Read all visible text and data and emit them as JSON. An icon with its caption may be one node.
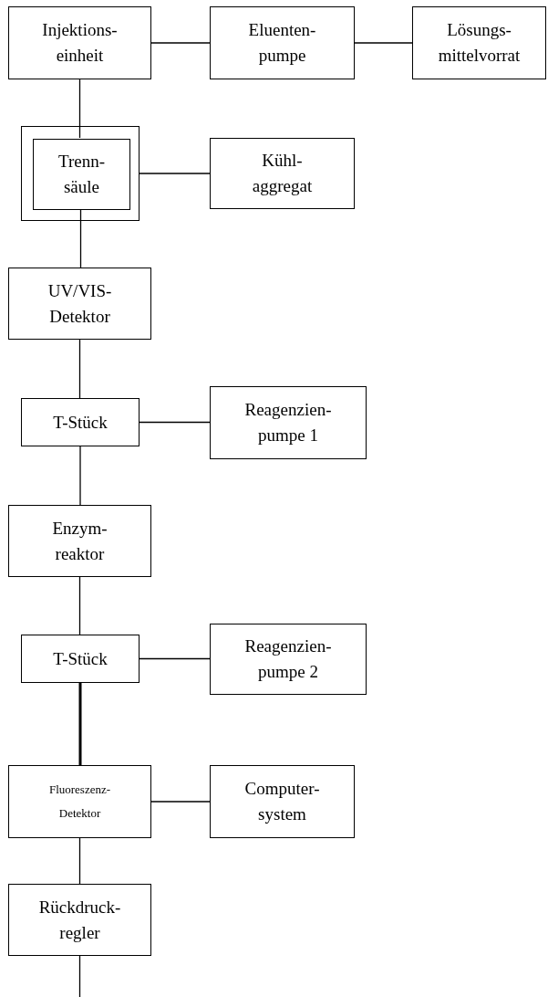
{
  "diagram": {
    "nodes": [
      {
        "text": [
          "Injektions- einheit"
        ]
      },
      {
        "text": [
          "Eluenten- pumpe"
        ]
      },
      {
        "text": [
          "Lösungs- mittelvorrat"
        ]
      },
      {
        "text": [],
        "shape": "box"
      },
      {
        "text": [
          "Trenn- säule"
        ],
        "in": 3
      },
      {
        "text": [
          "Kühl- aggregat"
        ]
      },
      {
        "text": [
          "UV/VIS- Detektor"
        ]
      },
      {
        "text": [
          "T-Stück"
        ]
      },
      {
        "text": [
          "Reagenzien- pumpe 1"
        ]
      },
      {
        "text": [
          "Enzym- reaktor"
        ]
      },
      {
        "text": [
          "T-Stück"
        ]
      },
      {
        "text": [
          "Reagenzien- pumpe 2"
        ]
      },
      {
        "text": [
          "Fluoreszenz- Detektor"
        ]
      },
      {
        "text": [
          "Computer- system"
        ]
      },
      {
        "text": [
          "Rückdruck- regler"
        ]
      }
    ],
    "edges": [
      {
        "from": 0,
        "to": 1,
        "arrow": "none"
      },
      {
        "from": 1,
        "to": 2,
        "arrow": "none"
      },
      {
        "from": 0,
        "to": 4,
        "arrow": "none"
      },
      {
        "from": 3,
        "to": 5,
        "arrow": "none"
      },
      {
        "from": 4,
        "to": 6,
        "arrow": "none"
      },
      {
        "from": 6,
        "to": 7,
        "arrow": "none"
      },
      {
        "from": 7,
        "to": 8,
        "arrow": "none"
      },
      {
        "from": 7,
        "to": 9,
        "arrow": "none"
      },
      {
        "from": 9,
        "to": 10,
        "arrow": "none"
      },
      {
        "from": 10,
        "to": 11,
        "arrow": "none"
      },
      {
        "from": 10,
        "to": 12,
        "arrow": "none",
        "style": "thick"
      },
      {
        "from": 12,
        "to": 13,
        "arrow": "none"
      },
      {
        "from": 12,
        "to": 14,
        "arrow": "none"
      },
      {
        "from": 14,
        "to": null,
        "arrow": "none"
      }
    ]
  }
}
